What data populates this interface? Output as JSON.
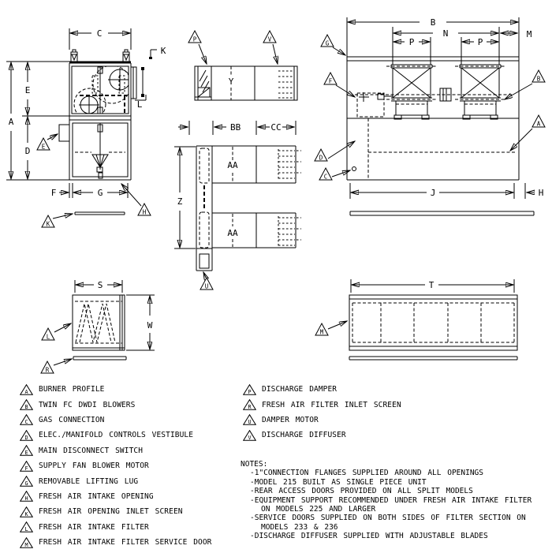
{
  "labels": {
    "A": "A",
    "B": "B",
    "C": "C",
    "D": "D",
    "E": "E",
    "F": "F",
    "G": "G",
    "H": "H",
    "J": "J",
    "K": "K",
    "L": "L",
    "M": "M",
    "N": "N",
    "P": "P",
    "R": "R",
    "S": "S",
    "T": "T",
    "U": "U",
    "V": "V",
    "W": "W",
    "Y": "Y",
    "Z": "Z",
    "AA": "AA",
    "BB": "BB",
    "CC": "CC"
  },
  "legend_left": [
    {
      "tag": "A",
      "label": "BURNER PROFILE"
    },
    {
      "tag": "B",
      "label": "TWIN FC DWDI BLOWERS"
    },
    {
      "tag": "C",
      "label": "GAS CONNECTION"
    },
    {
      "tag": "D",
      "label": "ELEC./MANIFOLD CONTROLS VESTIBULE"
    },
    {
      "tag": "E",
      "label": "MAIN DISCONNECT SWITCH"
    },
    {
      "tag": "F",
      "label": "SUPPLY FAN BLOWER MOTOR"
    },
    {
      "tag": "G",
      "label": "REMOVABLE LIFTING LUG"
    },
    {
      "tag": "H",
      "label": "FRESH AIR INTAKE OPENING"
    },
    {
      "tag": "K",
      "label": "FRESH AIR OPENING INLET SCREEN"
    },
    {
      "tag": "L",
      "label": "FRESH AIR INTAKE FILTER"
    },
    {
      "tag": "M",
      "label": "FRESH AIR INTAKE FILTER SERVICE DOOR"
    }
  ],
  "legend_right": [
    {
      "tag": "P",
      "label": "DISCHARGE DAMPER"
    },
    {
      "tag": "R",
      "label": "FRESH AIR FILTER INLET SCREEN"
    },
    {
      "tag": "U",
      "label": "DAMPER MOTOR"
    },
    {
      "tag": "V",
      "label": "DISCHARGE DIFFUSER"
    }
  ],
  "notes": {
    "title": "NOTES:",
    "lines": [
      {
        "text": "-1\"CONNECTION FLANGES SUPPLIED AROUND ALL OPENINGS",
        "indent": 1
      },
      {
        "text": "-MODEL 215 BUILT AS SINGLE PIECE UNIT",
        "indent": 1
      },
      {
        "text": "-REAR ACCESS DOORS PROVIDED ON ALL SPLIT MODELS",
        "indent": 1
      },
      {
        "text": "-EQUIPMENT SUPPORT RECOMMENDED UNDER FRESH AIR INTAKE FILTER",
        "indent": 1
      },
      {
        "text": "ON MODELS 225 AND LARGER",
        "indent": 2
      },
      {
        "text": "-SERVICE DOORS SUPPLIED ON BOTH SIDES OF FILTER SECTION ON",
        "indent": 1
      },
      {
        "text": "MODELS 233 & 236",
        "indent": 2
      },
      {
        "text": "-DISCHARGE DIFFUSER SUPPLIED WITH ADJUSTABLE BLADES",
        "indent": 1
      }
    ]
  }
}
